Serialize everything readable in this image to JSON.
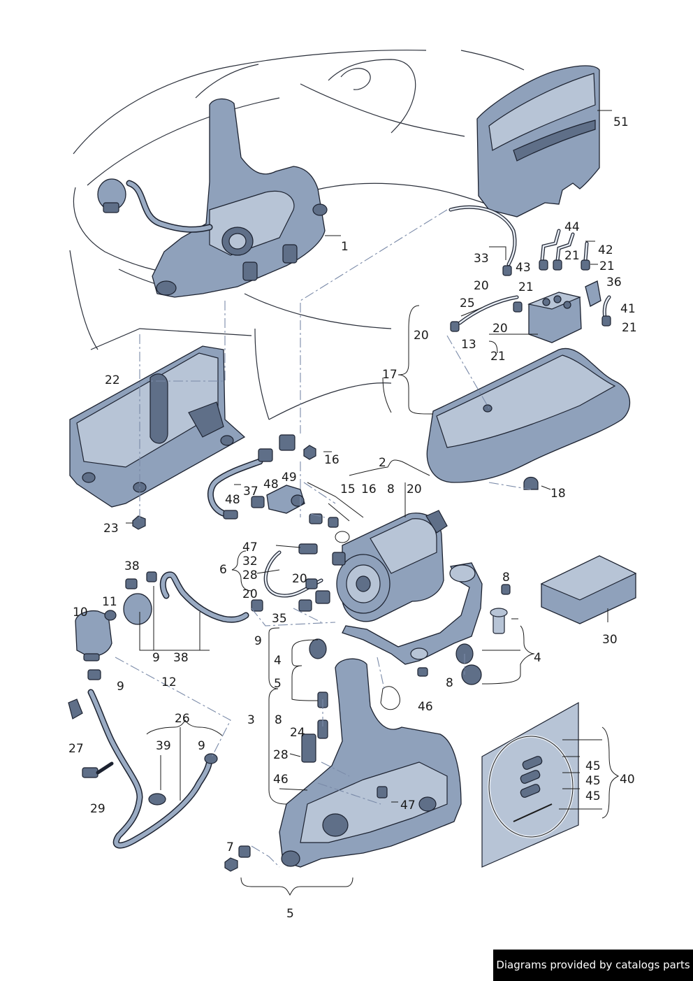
{
  "footer": {
    "credit": "Diagrams provided by catalogs parts"
  },
  "callouts": [
    "51",
    "1",
    "33",
    "43",
    "44",
    "42",
    "21",
    "20",
    "36",
    "41",
    "25",
    "13",
    "22",
    "17",
    "16",
    "2",
    "8",
    "15",
    "49",
    "48",
    "37",
    "47",
    "32",
    "28",
    "6",
    "35",
    "9",
    "38",
    "11",
    "10",
    "12",
    "4",
    "46",
    "3",
    "24",
    "27",
    "26",
    "39",
    "29",
    "7",
    "5",
    "40",
    "45",
    "30",
    "23",
    "18"
  ],
  "colors": {
    "part_fill": "#8fa1bb",
    "outline": "#1c2230",
    "leader_dash": "#7a8aa8"
  }
}
